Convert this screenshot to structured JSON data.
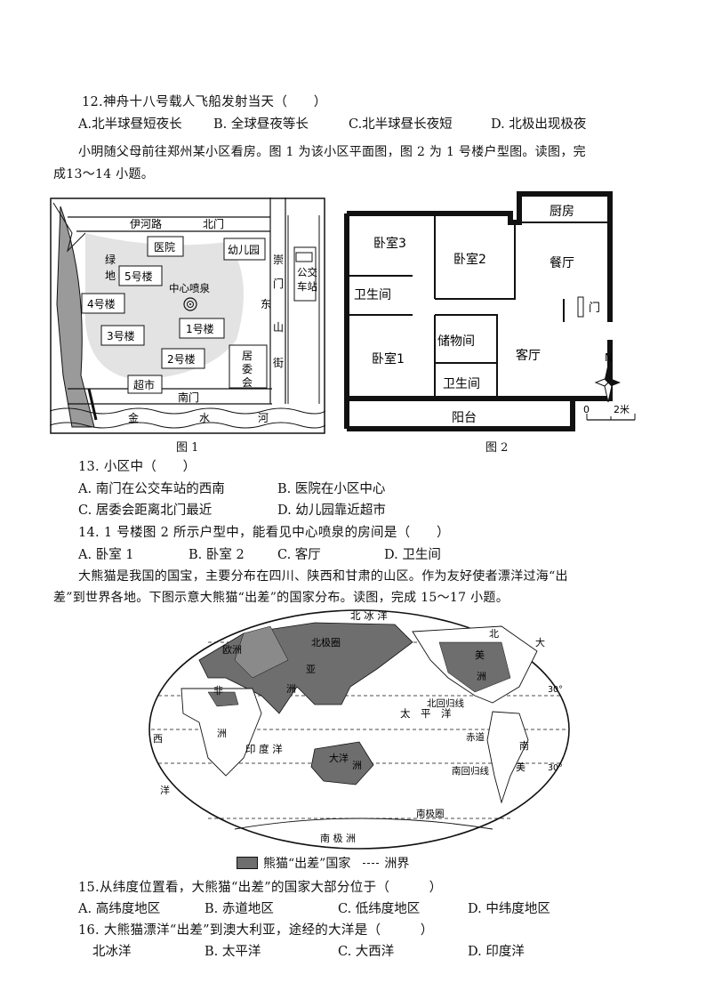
{
  "q12": {
    "stem": "12.神舟十八号载人飞船发射当天（　　）",
    "options": [
      "A.北半球昼短夜长",
      "B. 全球昼夜等长",
      "C.北半球昼长夜短",
      "D. 北极出现极夜"
    ]
  },
  "intro1": {
    "line1": "小明随父母前往郑州某小区看房。图 1 为该小区平面图，图 2 为 1 号楼户型图。读图，完",
    "line2": "成13～14 小题。"
  },
  "fig1": {
    "caption": "图 1",
    "labels": {
      "road_n": "伊河路",
      "north_gate": "北门",
      "hospital": "医院",
      "kindergarten": "幼儿园",
      "green1": "绿",
      "green2": "地",
      "b5": "5号楼",
      "fountain": "中心喷泉",
      "b4": "4号楼",
      "b3": "3号楼",
      "b1": "1号楼",
      "b2": "2号楼",
      "committee1": "居",
      "committee2": "委",
      "committee3": "会",
      "market": "超市",
      "south_gate": "南门",
      "river1": "金",
      "river2": "水",
      "river3": "河",
      "road_e1": "崇",
      "road_e2": "门",
      "road_e3": "东",
      "road_e4": "山",
      "road_e5": "街",
      "bus1": "公交",
      "bus2": "车站"
    }
  },
  "fig2": {
    "caption": "图 2",
    "rooms": {
      "kitchen": "厨房",
      "bed3": "卧室3",
      "bed2": "卧室2",
      "dining": "餐厅",
      "bath1": "卫生间",
      "door": "门",
      "storage": "储物间",
      "bed1": "卧室1",
      "living": "客厅",
      "bath2": "卫生间",
      "balcony": "阳台"
    },
    "compass": "N",
    "scale_0": "0",
    "scale_2": "2米"
  },
  "q13": {
    "stem": "13.  小区中（　　）",
    "options": [
      "A.  南门在公交车站的西南",
      "B.  医院在小区中心",
      "C.  居委会距离北门最近",
      "D.  幼儿园靠近超市"
    ]
  },
  "q14": {
    "stem": "14.  1 号楼图 2 所示户型中，能看见中心喷泉的房间是（　　）",
    "options": [
      "A.  卧室 1",
      "B.  卧室 2",
      "C.  客厅",
      "D.  卫生间"
    ]
  },
  "intro2": {
    "line1": "大熊猫是我国的国宝，主要分布在四川、陕西和甘肃的山区。作为友好使者漂洋过海“出",
    "line2": "差”到世界各地。下图示意大熊猫“出差”的国家分布。读图，完成 15～17 小题。"
  },
  "map": {
    "arctic_ocean": "北 冰 洋",
    "arctic_circle": "北极圈",
    "europe": "欧洲",
    "asia": "亚",
    "asia2": "洲",
    "africa1": "非",
    "africa2": "洲",
    "pacific": "太　平　洋",
    "tropic_n": "北回归线",
    "equator": "赤道",
    "tropic_s": "南回归线",
    "indian_ocean": "印 度 洋",
    "oceania1": "大洋",
    "oceania2": "洲",
    "north_america1": "北",
    "north_america2": "美",
    "north_america3": "洲",
    "south_america1": "南",
    "south_america2": "美",
    "big": "大",
    "west": "西",
    "ocean": "洋",
    "antarctic_circle": "南极圈",
    "antarctica": "南 极 洲",
    "lat30n": "30°",
    "lat30s": "30°",
    "legend_country": "熊猫“出差”国家",
    "legend_boundary": "洲界"
  },
  "q15": {
    "stem": "15.从纬度位置看，大熊猫“出差”的国家大部分位于（　　　）",
    "options": [
      "A.  高纬度地区",
      "B.  赤道地区",
      "C.  低纬度地区",
      "D.  中纬度地区"
    ]
  },
  "q16": {
    "stem": "16.  大熊猫漂洋“出差”到澳大利亚，途经的大洋是（　　　）",
    "options": [
      "北冰洋",
      "B.  太平洋",
      "C.  大西洋",
      "D.  印度洋"
    ]
  },
  "colors": {
    "ink": "#111111",
    "country_fill": "#6e6e6e",
    "green_fill": "#d8d8d8"
  }
}
